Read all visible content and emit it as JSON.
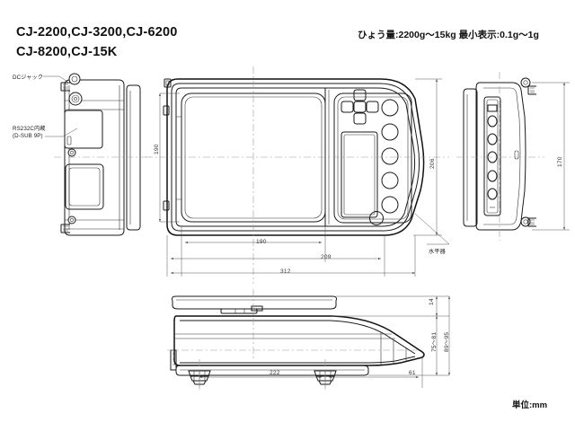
{
  "sheet": {
    "title_line1": "CJ-2200,CJ-3200,CJ-6200",
    "title_line2": "CJ-8200,CJ-15K",
    "spec": "ひょう量:2200g〜15kg  最小表示:0.1g〜1g",
    "unit_note": "単位:mm",
    "background": "#ffffff",
    "line_color": "#1a1a1a"
  },
  "annotations": {
    "dc_jack": "DCジャック",
    "rs232c_line1": "RS232C内蔵",
    "rs232c_line2": "(D-SUB 9P)",
    "level": "水平器"
  },
  "dimensions": {
    "top_view": {
      "width_inner": "190",
      "width_pan": "190",
      "width_mid": "209",
      "width_total": "312",
      "height_total": "206"
    },
    "side_view_right": {
      "height": "170"
    },
    "front_view": {
      "base_width": "222",
      "taper_width": "61",
      "pan_thickness": "14",
      "body_height": "75〜81",
      "overall_height": "89〜95"
    }
  },
  "views": {
    "left_side": "left-side-view",
    "top": "top-view",
    "right_side": "right-side-view",
    "front": "front-elevation-view"
  },
  "control_panel": {
    "dpad_keys": 5,
    "round_buttons": 5,
    "extra_button": 1,
    "display": "lcd-display"
  }
}
